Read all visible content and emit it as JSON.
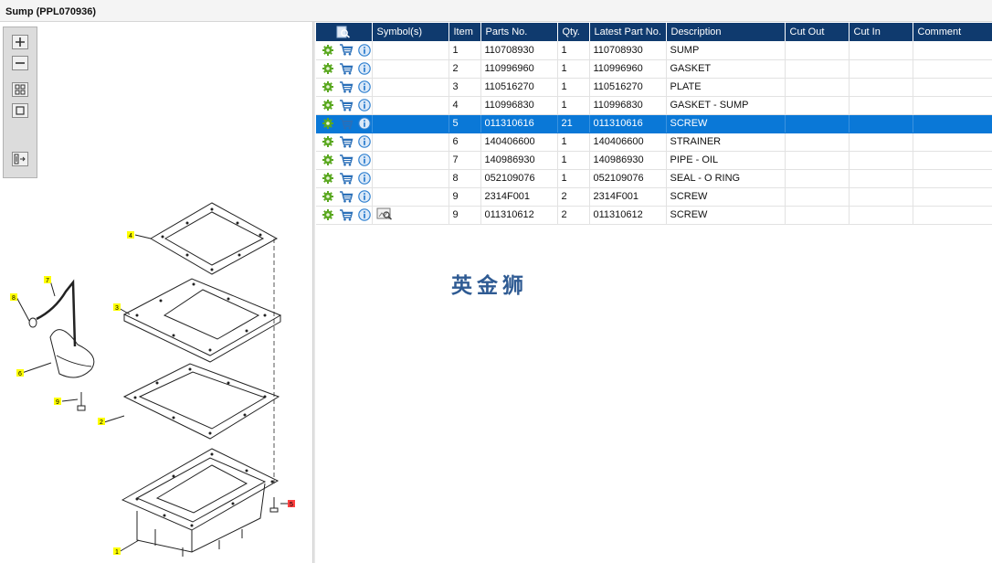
{
  "window": {
    "title": "Sump (PPL070936)"
  },
  "toolbox": {
    "buttons": [
      {
        "name": "zoom-in-button",
        "icon": "plus-icon"
      },
      {
        "name": "zoom-out-button",
        "icon": "minus-icon"
      },
      {
        "name": "fit-all-button",
        "icon": "grid-icon"
      },
      {
        "name": "fit-page-button",
        "icon": "square-icon"
      },
      {
        "name": "toggle-list-button",
        "icon": "list-arrow-icon"
      }
    ]
  },
  "drawing": {
    "callouts": [
      "4",
      "7",
      "8",
      "3",
      "6",
      "9",
      "2",
      "5",
      "1"
    ]
  },
  "grid": {
    "columns": {
      "actions": "",
      "symbols": "Symbol(s)",
      "item": "Item",
      "parts_no": "Parts No.",
      "qty": "Qty.",
      "latest_part_no": "Latest Part No.",
      "description": "Description",
      "cut_out": "Cut Out",
      "cut_in": "Cut In",
      "comment": "Comment"
    },
    "rows": [
      {
        "item": "1",
        "parts_no": "110708930",
        "qty": "1",
        "latest": "110708930",
        "description": "SUMP",
        "cut_out": "",
        "cut_in": "",
        "comment": ""
      },
      {
        "item": "2",
        "parts_no": "110996960",
        "qty": "1",
        "latest": "110996960",
        "description": "GASKET",
        "cut_out": "",
        "cut_in": "",
        "comment": ""
      },
      {
        "item": "3",
        "parts_no": "110516270",
        "qty": "1",
        "latest": "110516270",
        "description": "PLATE",
        "cut_out": "",
        "cut_in": "",
        "comment": ""
      },
      {
        "item": "4",
        "parts_no": "110996830",
        "qty": "1",
        "latest": "110996830",
        "description": "GASKET - SUMP",
        "cut_out": "",
        "cut_in": "",
        "comment": ""
      },
      {
        "item": "5",
        "parts_no": "011310616",
        "qty": "21",
        "latest": "011310616",
        "description": "SCREW",
        "cut_out": "",
        "cut_in": "",
        "comment": ""
      },
      {
        "item": "6",
        "parts_no": "140406600",
        "qty": "1",
        "latest": "140406600",
        "description": "STRAINER",
        "cut_out": "",
        "cut_in": "",
        "comment": ""
      },
      {
        "item": "7",
        "parts_no": "140986930",
        "qty": "1",
        "latest": "140986930",
        "description": "PIPE - OIL",
        "cut_out": "",
        "cut_in": "",
        "comment": ""
      },
      {
        "item": "8",
        "parts_no": "052109076",
        "qty": "1",
        "latest": "052109076",
        "description": "SEAL - O RING",
        "cut_out": "",
        "cut_in": "",
        "comment": ""
      },
      {
        "item": "9",
        "parts_no": "2314F001",
        "qty": "2",
        "latest": "2314F001",
        "description": "SCREW",
        "cut_out": "",
        "cut_in": "",
        "comment": ""
      },
      {
        "item": "9",
        "parts_no": "011310612",
        "qty": "2",
        "latest": "011310612",
        "description": "SCREW",
        "cut_out": "",
        "cut_in": "",
        "comment": ""
      }
    ],
    "selected_index": 4,
    "symbol_row_index": 9,
    "row_icons": [
      "gear-icon",
      "cart-icon",
      "info-icon"
    ]
  },
  "watermark": "英金狮",
  "colors": {
    "header_bg": "#0f3a6e",
    "selection": "#0a78d7",
    "gear": "#5aa820",
    "cart": "#2a6fb8",
    "info": "#2f80d0",
    "callout": "#ffff00",
    "callout_red": "#ff4040"
  }
}
